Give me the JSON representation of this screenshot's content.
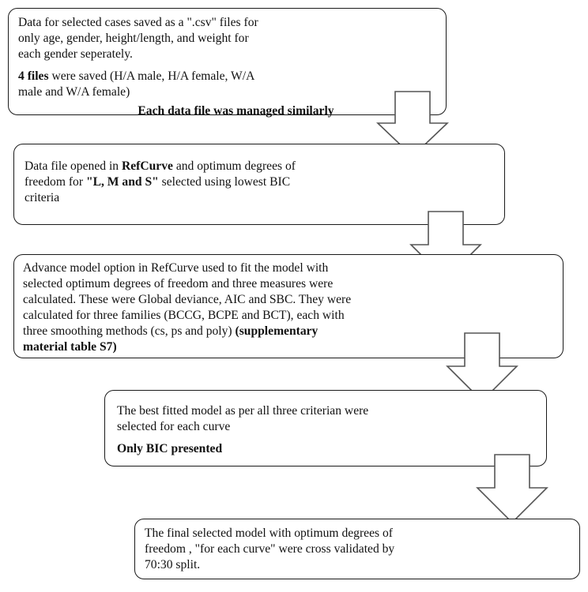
{
  "steps": [
    {
      "lines": [
        "Data for selected cases saved as a \".csv\" files for",
        "only age, gender, height/length, and weight for",
        "each gender seperately."
      ],
      "files_bold": "4 files",
      "files_rest_1": " were saved (H/A male, H/A female, W/A",
      "files_rest_2": "male and W/A female)",
      "footer_bold": "Each data file was managed similarly"
    },
    {
      "part1": "Data file opened in ",
      "bold1": "RefCurve",
      "part2": " and optimum degrees of",
      "part3": "freedom for ",
      "bold2": "\"L, M and S\"",
      "part4": " selected using lowest BIC",
      "part5": "criteria"
    },
    {
      "lines": [
        "Advance model option in RefCurve used to fit the model with",
        "selected optimum degrees of freedom and three measures were",
        "calculated. These were Global deviance, AIC and SBC. They were",
        "calculated for three families (BCCG, BCPE and BCT), each with"
      ],
      "line5_plain": "three smoothing methods (cs, ps and poly) ",
      "line5_bold": "(supplementary",
      "line6_bold": "material table S7)"
    },
    {
      "lines": [
        "The best fitted model as per all three criterian were",
        "selected for each curve"
      ],
      "footer_bold": "Only BIC presented"
    },
    {
      "lines": [
        "The final selected model with optimum degrees of",
        "freedom , \"for each curve\" were cross validated by",
        "70:30 split."
      ]
    }
  ],
  "colors": {
    "border": "#1a1a1a",
    "arrow_fill": "#ffffff",
    "arrow_stroke": "#555555"
  },
  "icons": [
    "down-arrow-icon"
  ]
}
